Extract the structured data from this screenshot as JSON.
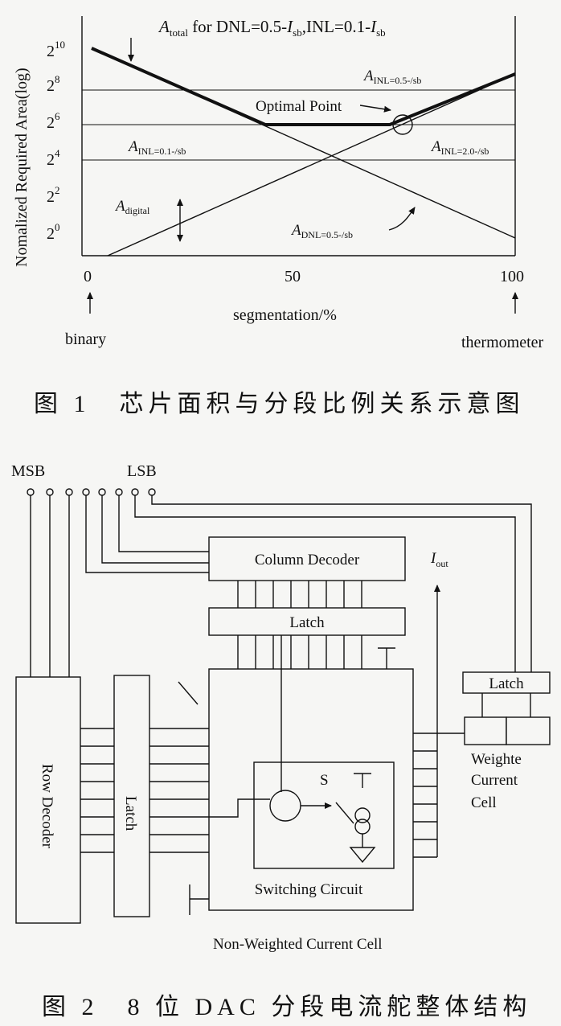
{
  "figure1": {
    "top_label": {
      "pre": "A",
      "sub": "total",
      "mid": " for DNL=0.5-",
      "i1": "I",
      "s1": "sb",
      "mid2": ",INL=0.1-",
      "i2": "I",
      "s2": "sb"
    },
    "ylabel": "Nomalized Required Area(log)",
    "xlabel": "segmentation/%",
    "y_ticks": [
      {
        "base": "2",
        "exp": "10"
      },
      {
        "base": "2",
        "exp": "8"
      },
      {
        "base": "2",
        "exp": "6"
      },
      {
        "base": "2",
        "exp": "4"
      },
      {
        "base": "2",
        "exp": "2"
      },
      {
        "base": "2",
        "exp": "0"
      }
    ],
    "x_ticks": [
      "0",
      "50",
      "100"
    ],
    "end_labels": {
      "left": "binary",
      "right": "thermometer"
    },
    "curve_labels": {
      "inl05": {
        "main": "A",
        "sub": "INL=0.5-/sb"
      },
      "inl01": {
        "main": "A",
        "sub": "INL=0.1-/sb"
      },
      "inl20": {
        "main": "A",
        "sub": "INL=2.0-/sb"
      },
      "digital": {
        "main": "A",
        "sub": "digital"
      },
      "dnl": {
        "main": "A",
        "sub": "DNL=0.5-/sb"
      }
    },
    "optimal_point": "Optimal Point",
    "caption": "图 1　芯片面积与分段比例关系示意图"
  },
  "figure2": {
    "msb": "MSB",
    "lsb": "LSB",
    "column_decoder": "Column Decoder",
    "latch_top": "Latch",
    "latch_right": "Latch",
    "latch_left": "Latch",
    "row_decoder": "Row Decoder",
    "iout": {
      "main": "I",
      "sub": "out"
    },
    "switch_label": "S",
    "switching_circuit": "Switching Circuit",
    "weighted_cell": [
      "Weighte",
      "Current",
      "Cell"
    ],
    "non_weighted_cell": "Non-Weighted Current Cell",
    "caption": "图 2　8 位 DAC 分段电流舵整体结构"
  }
}
